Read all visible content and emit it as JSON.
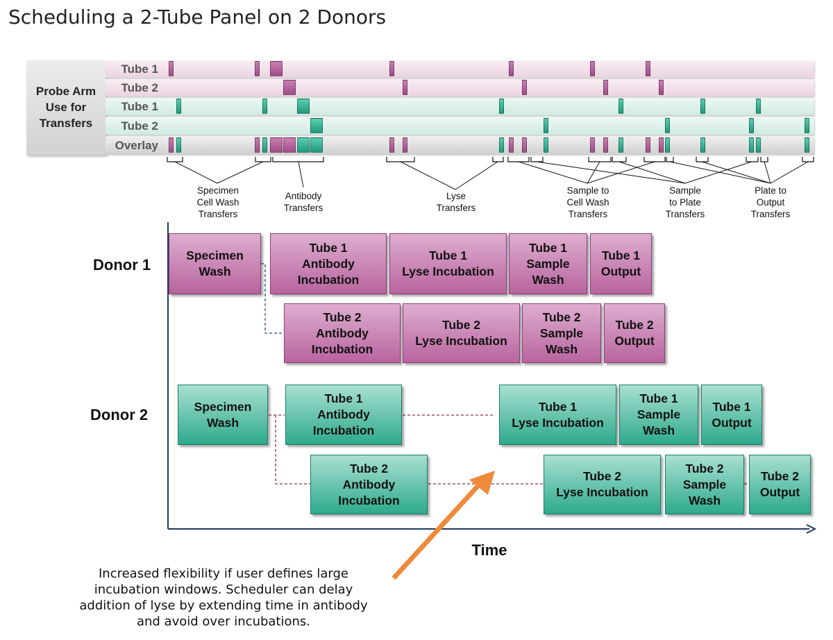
{
  "title": "Scheduling a 2-Tube Panel on 2 Donors",
  "probe": {
    "label": "Probe Arm\nUse for\nTransfers",
    "lanes": [
      "Tube 1",
      "Tube 2",
      "Tube 1",
      "Tube 2",
      "Overlay"
    ]
  },
  "annotations": {
    "specimen": "Specimen\nCell Wash\nTransfers",
    "antibody": "Antibody\nTransfers",
    "lyse": "Lyse\nTransfers",
    "sample_cell": "Sample to\nCell Wash\nTransfers",
    "sample_plate": "Sample\nto Plate\nTransfers",
    "plate_output": "Plate to\nOutput\nTransfers"
  },
  "donors": {
    "d1": "Donor 1",
    "d2": "Donor 2"
  },
  "boxes": {
    "d1_specimen": "Specimen\nWash",
    "d1_t1_antibody": "Tube 1\nAntibody\nIncubation",
    "d1_t1_lyse": "Tube 1\nLyse Incubation",
    "d1_t1_sample": "Tube 1\nSample\nWash",
    "d1_t1_output": "Tube 1\nOutput",
    "d1_t2_antibody": "Tube 2\nAntibody\nIncubation",
    "d1_t2_lyse": "Tube 2\nLyse Incubation",
    "d1_t2_sample": "Tube 2\nSample\nWash",
    "d1_t2_output": "Tube 2\nOutput",
    "d2_specimen": "Specimen\nWash",
    "d2_t1_antibody": "Tube 1\nAntibody\nIncubation",
    "d2_t1_lyse": "Tube 1\nLyse Incubation",
    "d2_t1_sample": "Tube 1\nSample\nWash",
    "d2_t1_output": "Tube 1\nOutput",
    "d2_t2_antibody": "Tube 2\nAntibody\nIncubation",
    "d2_t2_lyse": "Tube 2\nLyse Incubation",
    "d2_t2_sample": "Tube 2\nSample\nWash",
    "d2_t2_output": "Tube 2\nOutput"
  },
  "axis": {
    "xlabel": "Time"
  },
  "note": "Increased flexibility if user defines large\nincubation windows. Scheduler can delay\naddition of lyse by extending time in antibody\nand avoid over incubations.",
  "colors": {
    "pink": "#b8649e",
    "teal": "#2eaa8c",
    "axis": "#1f3a5f",
    "arrow": "#ee8a3a"
  }
}
